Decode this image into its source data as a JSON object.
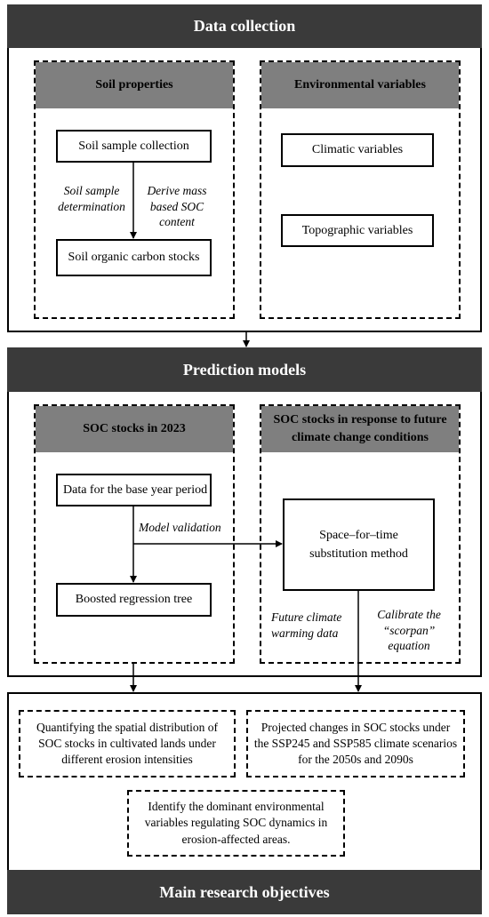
{
  "data_collection": {
    "title": "Data collection",
    "soil_properties": {
      "header": "Soil properties",
      "soil_sample_collection": "Soil sample collection",
      "soil_sample_determination": "Soil sample determination",
      "derive_mass_based": "Derive mass based SOC content",
      "soil_organic_carbon_stocks": "Soil organic carbon stocks"
    },
    "environmental_variables": {
      "header": "Environmental variables",
      "climatic": "Climatic variables",
      "topographic": "Topographic variables"
    }
  },
  "prediction_models": {
    "title": "Prediction models",
    "soc_2023": {
      "header": "SOC stocks in 2023",
      "base_year": "Data for the base year period",
      "model_validation": "Model validation",
      "brt": "Boosted regression tree"
    },
    "soc_future": {
      "header": "SOC stocks  in response to future climate change conditions",
      "space_for_time": "Space–for–time substitution method",
      "future_warming": "Future climate warming data",
      "calibrate": "Calibrate the “scorpan” equation"
    }
  },
  "objectives": {
    "title": "Main research objectives",
    "obj1": "Quantifying the spatial distribution of SOC stocks in cultivated lands under different erosion intensities",
    "obj2": "Projected changes in SOC stocks under the SSP245 and SSP585 climate scenarios for the 2050s and 2090s",
    "obj3": "Identify the dominant environmental variables regulating SOC dynamics in erosion-affected areas."
  }
}
